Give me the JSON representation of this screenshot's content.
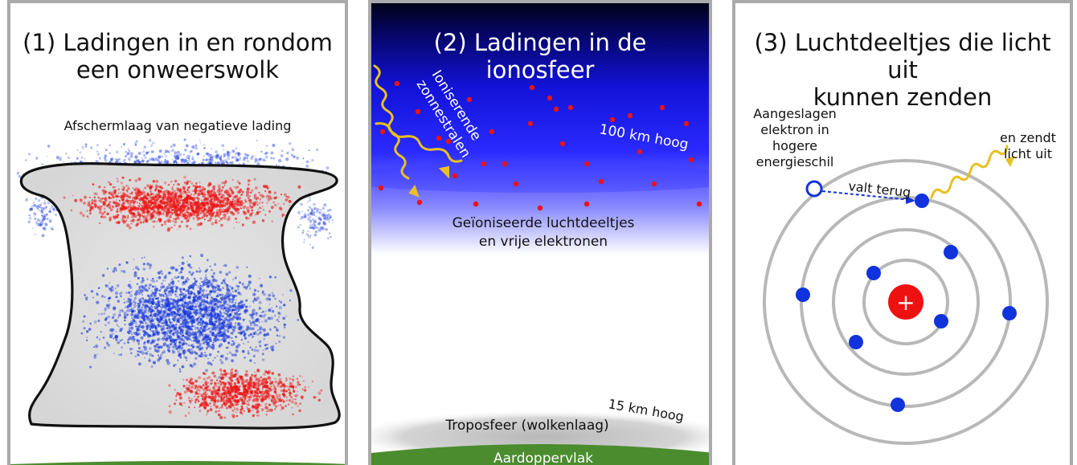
{
  "panel1": {
    "title_line1": "(1) Ladingen in en rondom",
    "title_line2": "een onweerswolk",
    "shield_label": "Afschermlaag van negatieve lading"
  },
  "panel2": {
    "title_line1": "(2) Ladingen in de",
    "title_line2": "ionosfeer",
    "rays_label_line1": "Ioniserende",
    "rays_label_line2": "zonnestralen",
    "height_100": "100 km hoog",
    "ionized_line1": "Geïoniseerde luchtdeeltjes",
    "ionized_line2": "en vrije elektronen",
    "height_15": "15 km hoog",
    "troposphere": "Troposfeer (wolkenlaag)",
    "ground": "Aardoppervlak"
  },
  "panel3": {
    "title_line1": "(3) Luchtdeeltjes die licht uit",
    "title_line2": "kunnen zenden",
    "excited_line1": "Aangeslagen",
    "excited_line2": "elektron in",
    "excited_line3": "hogere",
    "excited_line4": "energieschil",
    "falls_back": "valt terug",
    "emits_line1": "en zendt",
    "emits_line2": "licht uit",
    "nucleus_symbol": "+"
  },
  "colors": {
    "positive": "#ee1111",
    "negative": "#1133dd",
    "cloud": "#dcdcdc",
    "ground": "#4a8c2e",
    "ray": "#e8c020",
    "orbit": "#b8b8b8",
    "sky_top": "#03031a",
    "sky_blue": "#1a1aff"
  }
}
